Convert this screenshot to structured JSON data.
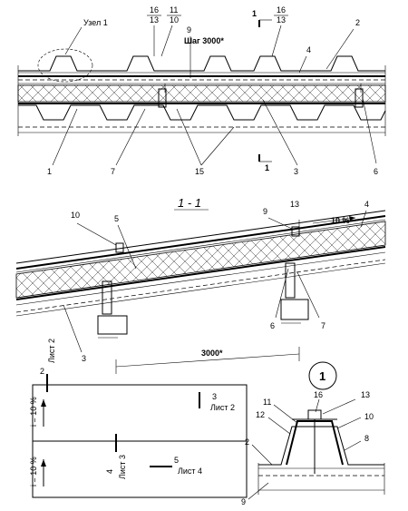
{
  "top_view": {
    "node_label": "Узел 1",
    "step_label": "Шаг 3000*",
    "section_mark": "1",
    "callouts": {
      "c16a": "16",
      "c13a": "13",
      "c11": "11",
      "c10": "10",
      "c9": "9",
      "c16b": "16",
      "c13b": "13",
      "c2": "2",
      "c4": "4",
      "c1": "1",
      "c7": "7",
      "c15": "15",
      "c3": "3",
      "c6": "6"
    }
  },
  "section": {
    "title": "1 - 1",
    "slope_label": "10 %",
    "span_label": "3000*",
    "callouts": {
      "c10": "10",
      "c5": "5",
      "c9": "9",
      "c13": "13",
      "c4": "4",
      "c6": "6",
      "c7": "7",
      "c3": "3"
    }
  },
  "plan": {
    "sheet_2": "Лист 2",
    "sheet_3": "Лист 3",
    "sheet_4": "Лист 4",
    "slope_1": "i = 10 %",
    "slope_2": "i = 10 %",
    "n2": "2",
    "n3": "3",
    "n4": "4",
    "n5": "5"
  },
  "node_detail": {
    "node_number": "1",
    "callouts": {
      "c16": "16",
      "c13": "13",
      "c11": "11",
      "c12": "12",
      "c10": "10",
      "c8": "8",
      "c2": "2",
      "c9": "9"
    }
  }
}
